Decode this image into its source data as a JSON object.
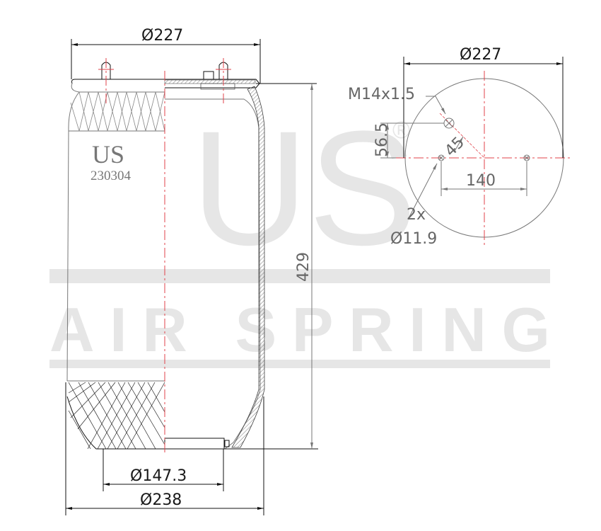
{
  "watermark": {
    "logo": "US",
    "registered": "®",
    "tagline": "AIR SPRING",
    "color": "#e6e6e6"
  },
  "side_view": {
    "brand": "US",
    "part_number": "230304",
    "dim_top_diameter": "Ø227",
    "dim_height": "429",
    "dim_piston_diameter": "Ø147.3",
    "dim_max_diameter": "Ø238"
  },
  "top_view": {
    "dim_plate_diameter": "Ø227",
    "thread_label": "M14x1.5",
    "dim_offset": "56.5",
    "dim_angle_offset": "45",
    "dim_bolt_spacing": "140",
    "hole_count": "2x",
    "hole_diameter": "Ø11.9"
  },
  "colors": {
    "line": "#111111",
    "centerline": "#e0434b",
    "secondary": "#777777"
  }
}
